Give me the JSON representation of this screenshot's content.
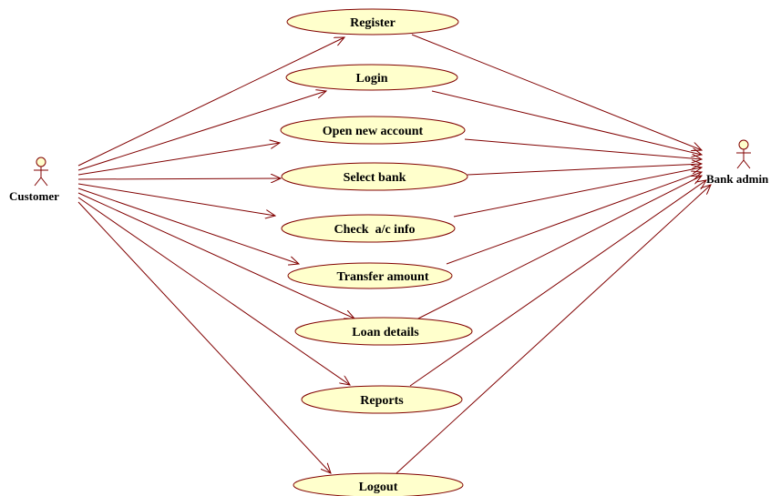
{
  "colors": {
    "usecase_fill": "#ffffcc",
    "outline": "#800000",
    "line": "#800000",
    "text": "#000000"
  },
  "actors": {
    "customer": "Customer",
    "bank_admin": "Bank admin"
  },
  "use_cases": [
    {
      "label": "Register"
    },
    {
      "label": "Login"
    },
    {
      "label": "Open new account"
    },
    {
      "label": "Select bank"
    },
    {
      "label": "Check  a/c info"
    },
    {
      "label": "Transfer amount"
    },
    {
      "label": "Loan details"
    },
    {
      "label": "Reports"
    },
    {
      "label": "Logout"
    }
  ]
}
